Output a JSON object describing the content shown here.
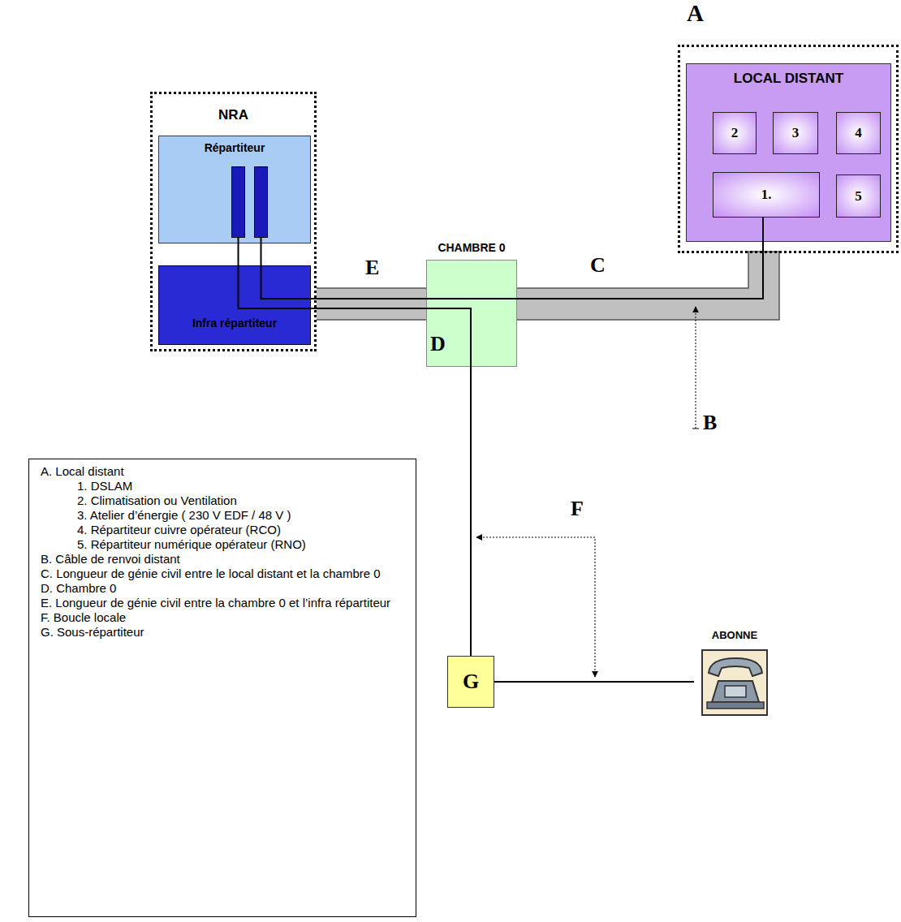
{
  "diagram": {
    "nodes": [
      {
        "text": [
          "NRA"
        ]
      },
      {
        "text": [
          "Répartiteur"
        ],
        "in": 0
      },
      {
        "text": [
          "Infra répartiteur"
        ],
        "in": 0
      },
      {
        "text": [
          "A"
        ]
      },
      {
        "text": [
          "LOCAL DISTANT"
        ],
        "in": 3
      },
      {
        "text": [
          "2"
        ],
        "in": 4
      },
      {
        "text": [
          "3"
        ],
        "in": 4
      },
      {
        "text": [
          "4"
        ],
        "in": 4
      },
      {
        "text": [
          "1."
        ],
        "in": 4
      },
      {
        "text": [
          "5"
        ],
        "in": 4
      },
      {
        "text": [
          "CHAMBRE 0",
          "D"
        ]
      },
      {
        "text": [
          "G"
        ]
      },
      {
        "text": [
          "ABONNE"
        ]
      },
      {
        "text": [
          "A. Local distant",
          "1. DSLAM",
          "2. Climatisation ou Ventilation",
          "3. Atelier d’énergie ( 230 V EDF / 48 V )",
          "4. Répartiteur cuivre opérateur (RCO)",
          "5. Répartiteur numérique opérateur (RNO)",
          "B. Câble de renvoi distant",
          "C. Longueur de génie civil entre le local distant et la chambre 0",
          "D. Chambre 0",
          "E. Longueur de génie civil entre la chambre 0 et l’infra répartiteur",
          "F. Boucle locale",
          "G. Sous-répartiteur"
        ]
      }
    ],
    "edges": [
      {
        "from": 1,
        "to": 8,
        "arrow": "none"
      },
      {
        "from": 1,
        "to": 11,
        "arrow": "none"
      },
      {
        "from": 11,
        "to": 12,
        "arrow": "none"
      }
    ],
    "labels": [
      "E",
      "C",
      "B",
      "F"
    ]
  }
}
